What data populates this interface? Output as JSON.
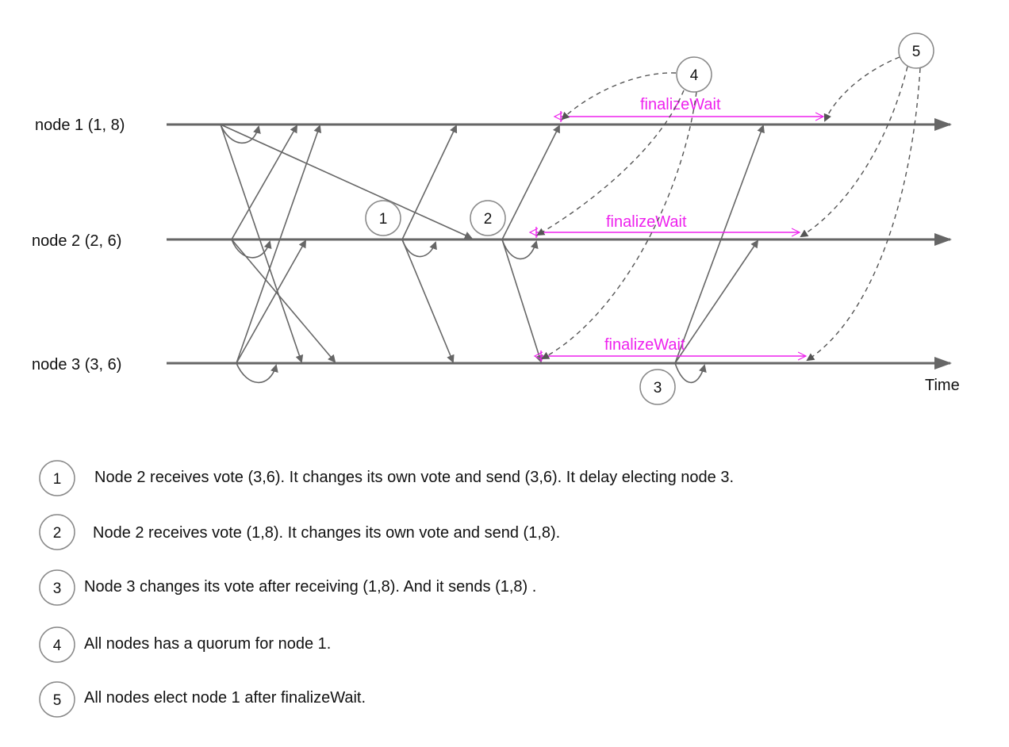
{
  "nodes": [
    {
      "label": "node 1 (1, 8)"
    },
    {
      "label": "node 2 (2, 6)"
    },
    {
      "label": "node 3 (3, 6)"
    }
  ],
  "time_label": "Time",
  "finalize_label": "finalizeWait",
  "markers": [
    "1",
    "2",
    "3",
    "4",
    "5"
  ],
  "legend": [
    {
      "num": "1",
      "text": "Node 2 receives vote (3,6). It changes its own vote and send (3,6). It delay electing node 3."
    },
    {
      "num": "2",
      "text": "Node 2 receives vote (1,8). It changes its own vote and send (1,8)."
    },
    {
      "num": "3",
      "text": "Node 3 changes its vote after receiving (1,8). And it sends (1,8) ."
    },
    {
      "num": "4",
      "text": "All nodes has a quorum for node 1."
    },
    {
      "num": "5",
      "text": "All nodes elect node 1 after finalizeWait."
    }
  ],
  "colors": {
    "line": "#666666",
    "highlight": "#ee22ee",
    "dashed": "#555555"
  }
}
